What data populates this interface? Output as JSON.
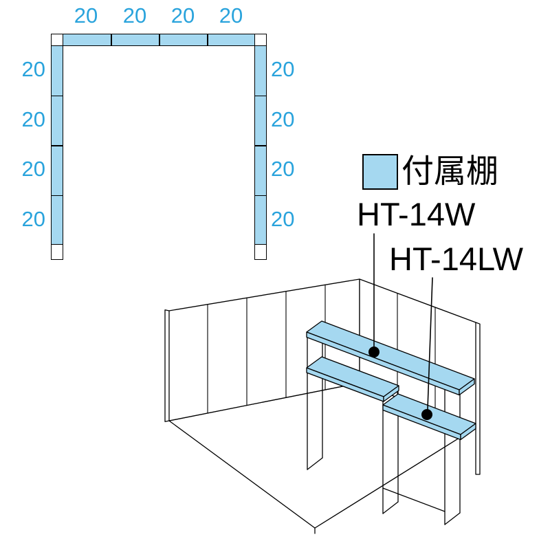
{
  "colors": {
    "shelf_blue": "#A5D8F0",
    "dimension_blue": "#29A3DC",
    "line_black": "#000000"
  },
  "plan": {
    "top_labels": [
      "20",
      "20",
      "20",
      "20"
    ],
    "left_labels": [
      "20",
      "20",
      "20",
      "20"
    ],
    "right_labels": [
      "20",
      "20",
      "20",
      "20"
    ]
  },
  "legend": {
    "swatch_label": "付属棚",
    "models": [
      "HT-14W",
      "HT-14LW"
    ]
  }
}
